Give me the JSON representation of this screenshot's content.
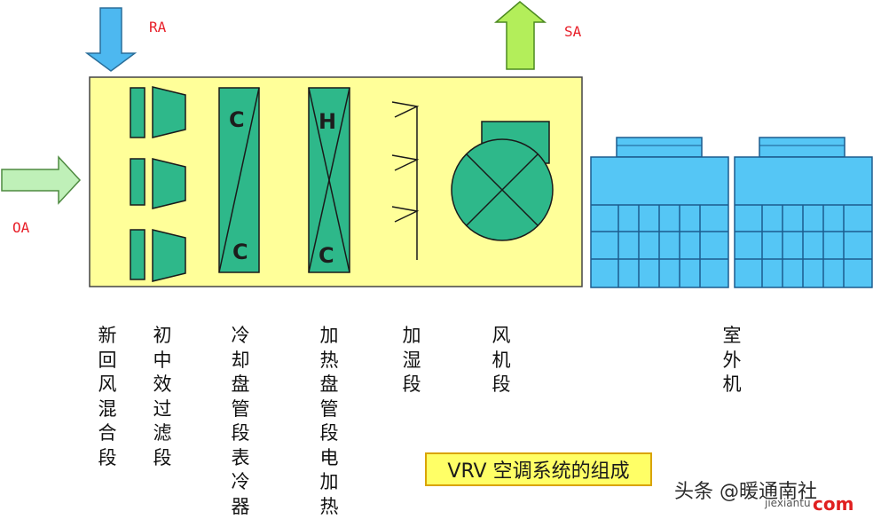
{
  "flows": {
    "ra": "RA",
    "sa": "SA",
    "oa": "OA"
  },
  "coils": {
    "cooling_top": "C",
    "cooling_bottom": "C",
    "heating_top": "H",
    "heating_bottom": "C"
  },
  "labels": {
    "mixing": "新回风混合段",
    "prefilter": "初中效过滤段",
    "cooling": "冷却盘管段表冷器",
    "heating": "加热盘管段电加热",
    "humidify": "加湿段",
    "fan": "风机段",
    "outdoor": "室外机"
  },
  "title": "VRV 空调系统的组成",
  "watermark": {
    "main": "头条 @暖通南社",
    "site": "jiexiantu",
    "logo": "com"
  },
  "colors": {
    "ahu_body": "#ffff99",
    "component_fill": "#2eb88a",
    "outdoor_unit": "#55c6f5",
    "ra_arrow": "#4db8f0",
    "sa_arrow": "#b3ee5a",
    "oa_arrow": "#bff0b8",
    "flow_text": "#e8202a"
  }
}
